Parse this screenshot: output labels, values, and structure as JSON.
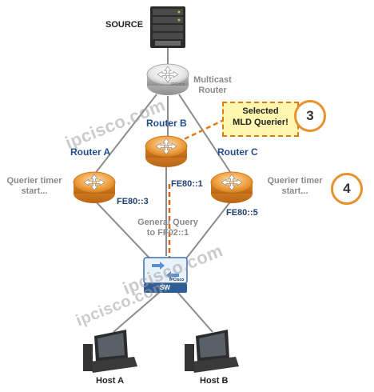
{
  "labels": {
    "source": "SOURCE",
    "multicast_router": "Multicast\nRouter",
    "router_a": "Router A",
    "router_b": "Router B",
    "router_c": "Router C",
    "router_a_addr": "FE80::3",
    "router_b_addr": "FE80::1",
    "router_c_addr": "FE80::5",
    "querier_timer_left": "Querier timer\nstart...",
    "querier_timer_right": "Querier timer\nstart...",
    "selected_querier": "Selected\nMLD Querier!",
    "general_query": "General Query\nto FF02::1",
    "host_a": "Host A",
    "host_b": "Host B",
    "switch_label": "SW",
    "router_logo": "IPCisco",
    "switch_logo": "IPCisco"
  },
  "badges": {
    "step3": "3",
    "step4": "4"
  },
  "watermarks": {
    "wm1": "ipcisco.com",
    "wm2": "ipcisco.com",
    "wm3": "ipcisco.com"
  },
  "colors": {
    "orange_router": "#f2a64a",
    "white_router": "#f2f2f2",
    "link_line": "#8c8c8c",
    "query_arrow": "#d9651e",
    "callout_fill": "#fff6b0",
    "badge_border": "#e9922d",
    "label_blue": "#1f4e8c"
  }
}
